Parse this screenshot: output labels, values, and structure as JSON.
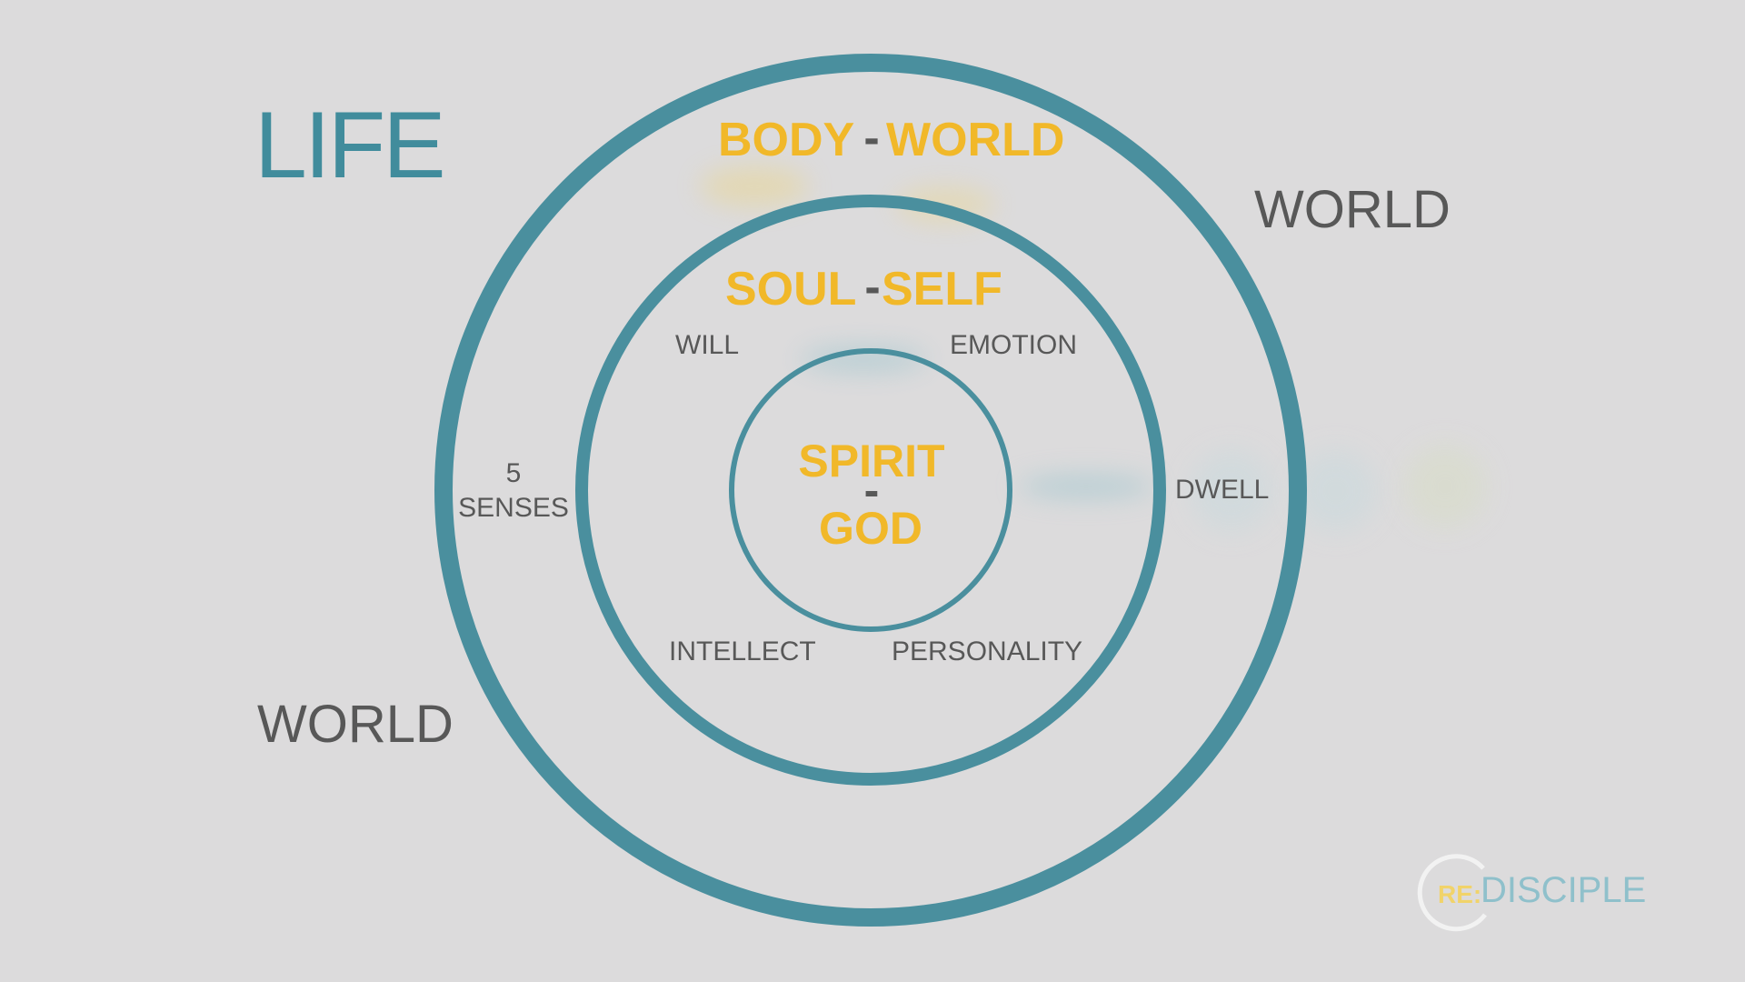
{
  "colors": {
    "background": "#dcdbdc",
    "ring": "#4a8f9e",
    "title": "#418c9c",
    "accent": "#f1b829",
    "text": "#585858",
    "logo_prefix": "#f1d36a",
    "logo_main": "#8fc0cb"
  },
  "title": "LIFE",
  "world_labels": [
    "WORLD",
    "WORLD"
  ],
  "outer_ring": {
    "label_left": "BODY",
    "dash": "-",
    "label_right": "WORLD"
  },
  "middle_ring": {
    "label_left": "SOUL",
    "dash": "-",
    "label_right": "SELF",
    "faculties": {
      "will": "WILL",
      "emotion": "EMOTION",
      "intellect": "INTELLECT",
      "personality": "PERSONALITY"
    }
  },
  "inner_ring": {
    "line1": "SPIRIT",
    "dash": "-",
    "line2": "GOD"
  },
  "connectors": {
    "senses_number": "5",
    "senses_label": "SENSES",
    "dwell": "DWELL"
  },
  "logo": {
    "prefix": "RE:",
    "name": "DISCIPLE"
  }
}
